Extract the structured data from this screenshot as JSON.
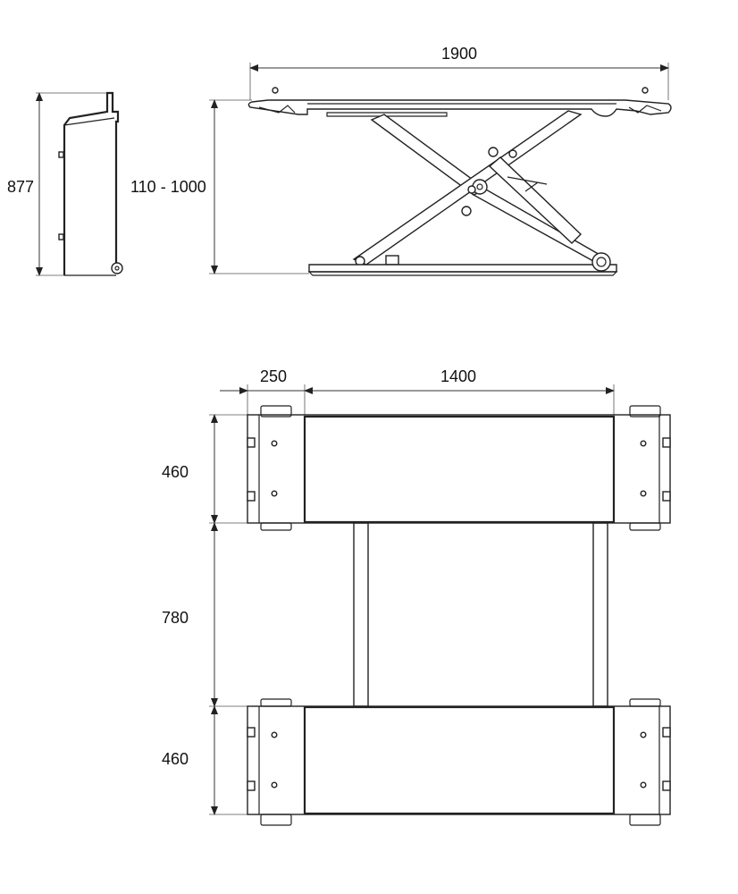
{
  "side_view": {
    "total_length": "1900",
    "height_range": "110 - 1000"
  },
  "control_unit_view": {
    "height": "877"
  },
  "top_view": {
    "ramp_extension_length": "250",
    "platform_length": "1400",
    "platform_width_top": "460",
    "gap_between_platforms": "780",
    "platform_width_bottom": "460"
  }
}
